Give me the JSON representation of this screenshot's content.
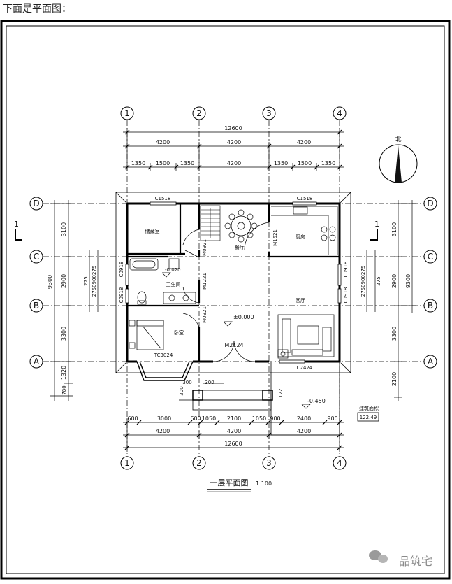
{
  "intro_text": "下面是平面图：",
  "plan": {
    "title": "一层平面图",
    "scale": "1:100",
    "north_label": "北",
    "axes_top": [
      "1",
      "2",
      "3",
      "4"
    ],
    "axes_side": [
      "D",
      "C",
      "B",
      "A"
    ],
    "overall_width": "12600",
    "bay_widths": [
      "4200",
      "4200",
      "4200"
    ],
    "sub_dims_top": [
      "1350",
      "1500",
      "1350",
      "4200",
      "1350",
      "1500",
      "1350"
    ],
    "bottom_dims_1": [
      "600",
      "3000",
      "600",
      "1050",
      "2100",
      "1050",
      "900",
      "2400",
      "900"
    ],
    "left_dims": [
      "3100",
      "2900",
      "3300",
      "1320",
      "780"
    ],
    "left_total": "9300",
    "right_dims": [
      "3100",
      "2900",
      "3300",
      "2100"
    ],
    "right_total": "9300",
    "left_small_stack": "2750900275",
    "right_small_stack": "2750900275",
    "side_275": "275",
    "section_mark": "1",
    "windows": {
      "c1518_left": "C1518",
      "c1518_right": "C1518",
      "c0918_a": "C0918",
      "c0918_b": "C0918",
      "c0918_c": "C0918",
      "c0918_d": "C0918",
      "tc3024": "TC3024",
      "c2424": "C2424"
    },
    "doors": {
      "m0921_a": "M0921",
      "m0921_b": "M0921",
      "m1221": "M1221",
      "m1521": "M1521",
      "m2124": "M2124"
    },
    "rooms": {
      "storage": "储藏室",
      "dining": "餐厅",
      "kitchen": "厨房",
      "bath": "卫生间",
      "living": "客厅",
      "bedroom": "卧室"
    },
    "levels": {
      "floor": "±0.000",
      "bath": "-0.020",
      "outdoor": "-0.450"
    },
    "porch_dims": [
      "300",
      "300",
      "300"
    ],
    "step_label": "12Z",
    "area_label": "建筑面积",
    "area_value": "122.49"
  },
  "watermark": "品筑宅"
}
